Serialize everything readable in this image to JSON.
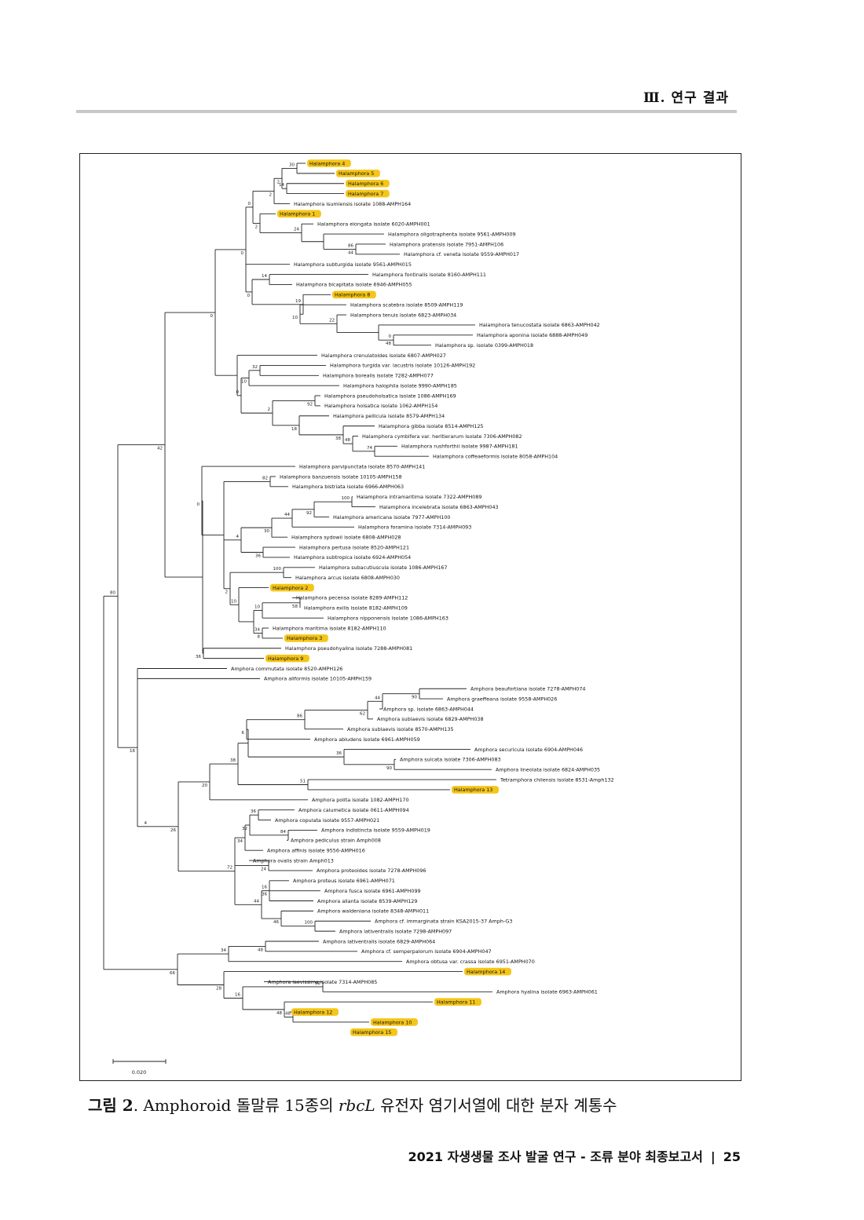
{
  "header": {
    "section": "Ⅲ. 연구 결과"
  },
  "caption": {
    "prefix": "그림 2",
    "text_before": ". Amphoroid 돌말류 15종의 ",
    "gene": "rbcL",
    "text_after": " 유전자 염기서열에 대한 분자 계통수"
  },
  "footer": {
    "title": "2021 자생생물 조사 발굴 연구 - 조류 분야 최종보고서",
    "separator": "|",
    "page": "25"
  },
  "scale_label": "0.020",
  "highlight_color": "#f5c518",
  "leaves": [
    "Halamphora 4",
    "Halamphora 5",
    "Halamphora 6",
    "Halamphora 7",
    "Halamphora isumiensis isolate 1088-AMPH164",
    "Halamphora 1",
    "Halamphora elongata isolate 6020-AMPH001",
    "Halamphora oligotraphenta isolate 9561-AMPH009",
    "Halamphora pratensis isolate 7951-AMPH106",
    "Halamphora cf. veneta isolate 9559-AMPH017",
    "Halamphora subturgida isolate 9561-AMPH015",
    "Halamphora fontinalis isolate 8160-AMPH111",
    "Halamphora bicapitata isolate 6946-AMPH055",
    "Halamphora 8",
    "Halamphora scatebra isolate 8509-AMPH119",
    "Halamphora tenuis isolate 6823-AMPH034",
    "Halamphora tenucostata isolate 6863-AMPH042",
    "Halamphora aponina isolate 6888-AMPH049",
    "Halamphora sp. isolate 0399-AMPH018",
    "Halamphora crenulatoides isolate 6807-AMPH027",
    "Halamphora turgida var. lacustris isolate 10126-AMPH192",
    "Halamphora borealis isolate 7282-AMPH077",
    "Halamphora halophila isolate 9990-AMPH185",
    "Halamphora pseudoholsatica isolate 1086-AMPH169",
    "Halamphora holsatica isolate 1062-AMPH154",
    "Halamphora pellicula isolate 8579-AMPH134",
    "Halamphora gibba isolate 8514-AMPH125",
    "Halamphora cymbifera var. heritierarum isolate 7306-AMPH082",
    "Halamphora rushforthii isolate 9987-AMPH181",
    "Halamphora coffeaeformis isolate 8058-AMPH104",
    "Halamphora parvipunctata isolate 8570-AMPH141",
    "Halamphora banzuensis isolate 10105-AMPH158",
    "Halamphora bistriata isolate 6966-AMPH063",
    "Halamphora intramaritima isolate 7322-AMPH089",
    "Halamphora incelebrata isolate 6863-AMPH043",
    "Halamphora americana isolate 7977-AMPH100",
    "Halamphora foramina isolate 7314-AMPH093",
    "Halamphora sydowii isolate 6808-AMPH028",
    "Halamphora pertusa isolate 8520-AMPH121",
    "Halamphora subtropica isolate 6924-AMPH054",
    "Halamphora subacutiuscula isolate 1086-AMPH167",
    "Halamphora arcus isolate 6808-AMPH030",
    "Halamphora 2",
    "Halamphora pecensa isolate 8289-AMPH112",
    "Halamphora exilis isolate 8182-AMPH109",
    "Halamphora nipponensis isolate 1086-AMPH163",
    "Halamphora maritima isolate 8182-AMPH110",
    "Halamphora 3",
    "Halamphora pseudohyalina isolate 7288-AMPH081",
    "Halamphora 9",
    "Amphora commutata isolate 8520-AMPH126",
    "Amphora aliformis isolate 10105-AMPH159",
    "Amphora beaufortiana isolate 7278-AMPH074",
    "Amphora graeffeana isolate 9558-AMPH026",
    "Amphora sp. isolate 6863-AMPH044",
    "Amphora sublaevis isolate 6829-AMPH038",
    "Amphora sublaevis isolate 8570-AMPH135",
    "Amphora abludens isolate 6961-AMPH059",
    "Amphora securicula isolate 6904-AMPH046",
    "Amphora sulcata isolate 7306-AMPH083",
    "Amphora lineolata isolate 6824-AMPH035",
    "Tetramphora chilensis isolate 8531-Amph132",
    "Halamphora 13",
    "Amphora polita isolate 1082-AMPH170",
    "Amphora calumetica isolate 0611-AMPH094",
    "Amphora copulata isolate 9557-AMPH021",
    "Amphora indistincta isolate 9559-AMPH019",
    "Amphora pediculus strain Amph008",
    "Amphora affinis isolate 9556-AMPH016",
    "Amphora ovalis strain Amph013",
    "Amphora proteoides isolate 7278-AMPH096",
    "Amphora proteus isolate 6961-AMPH071",
    "Amphora fusca isolate 6961-AMPH099",
    "Amphora allanta isolate 8539-AMPH129",
    "Amphora waldeniana isolate 8348-AMPH011",
    "Amphora cf. immarginata strain KSA2015-37 Amph-G3",
    "Amphora lativentralis isolate 7298-AMPH097",
    "Amphora lativentralis isolate 6829-AMPH064",
    "Amphora cf. semperpalorum isolate 6904-AMPH047",
    "Amphora obtusa var. crassa isolate 6951-AMPH070",
    "Halamphora 14",
    "Amphora laevissima isolate 7314-AMPH085",
    "Amphora hyalina isolate 6963-AMPH061",
    "Halamphora 11",
    "Halamphora 12",
    "Halamphora 10",
    "Halamphora 15"
  ],
  "highlighted": [
    "Halamphora 1",
    "Halamphora 2",
    "Halamphora 3",
    "Halamphora 4",
    "Halamphora 5",
    "Halamphora 6",
    "Halamphora 7",
    "Halamphora 8",
    "Halamphora 9",
    "Halamphora 10",
    "Halamphora 11",
    "Halamphora 12",
    "Halamphora 13",
    "Halamphora 14",
    "Halamphora 15"
  ],
  "bootstrap": [
    "30",
    "2",
    "14",
    "2",
    "0",
    "2",
    "24",
    "44",
    "86",
    "0",
    "14",
    "0",
    "19",
    "10",
    "22",
    "48",
    "0",
    "0",
    "32",
    "10",
    "0",
    "92",
    "2",
    "18",
    "48",
    "38",
    "74",
    "42",
    "82",
    "0",
    "100",
    "92",
    "44",
    "30",
    "4",
    "36",
    "100",
    "2",
    "10",
    "58",
    "10",
    "8",
    "34",
    "36",
    "80",
    "90",
    "44",
    "62",
    "86",
    "6",
    "38",
    "90",
    "36",
    "20",
    "51",
    "16",
    "4",
    "26",
    "36",
    "32",
    "84",
    "34",
    "72",
    "24",
    "44",
    "36",
    "16",
    "46",
    "100",
    "48",
    "34",
    "66",
    "52",
    "28",
    "16",
    "48",
    "48"
  ]
}
